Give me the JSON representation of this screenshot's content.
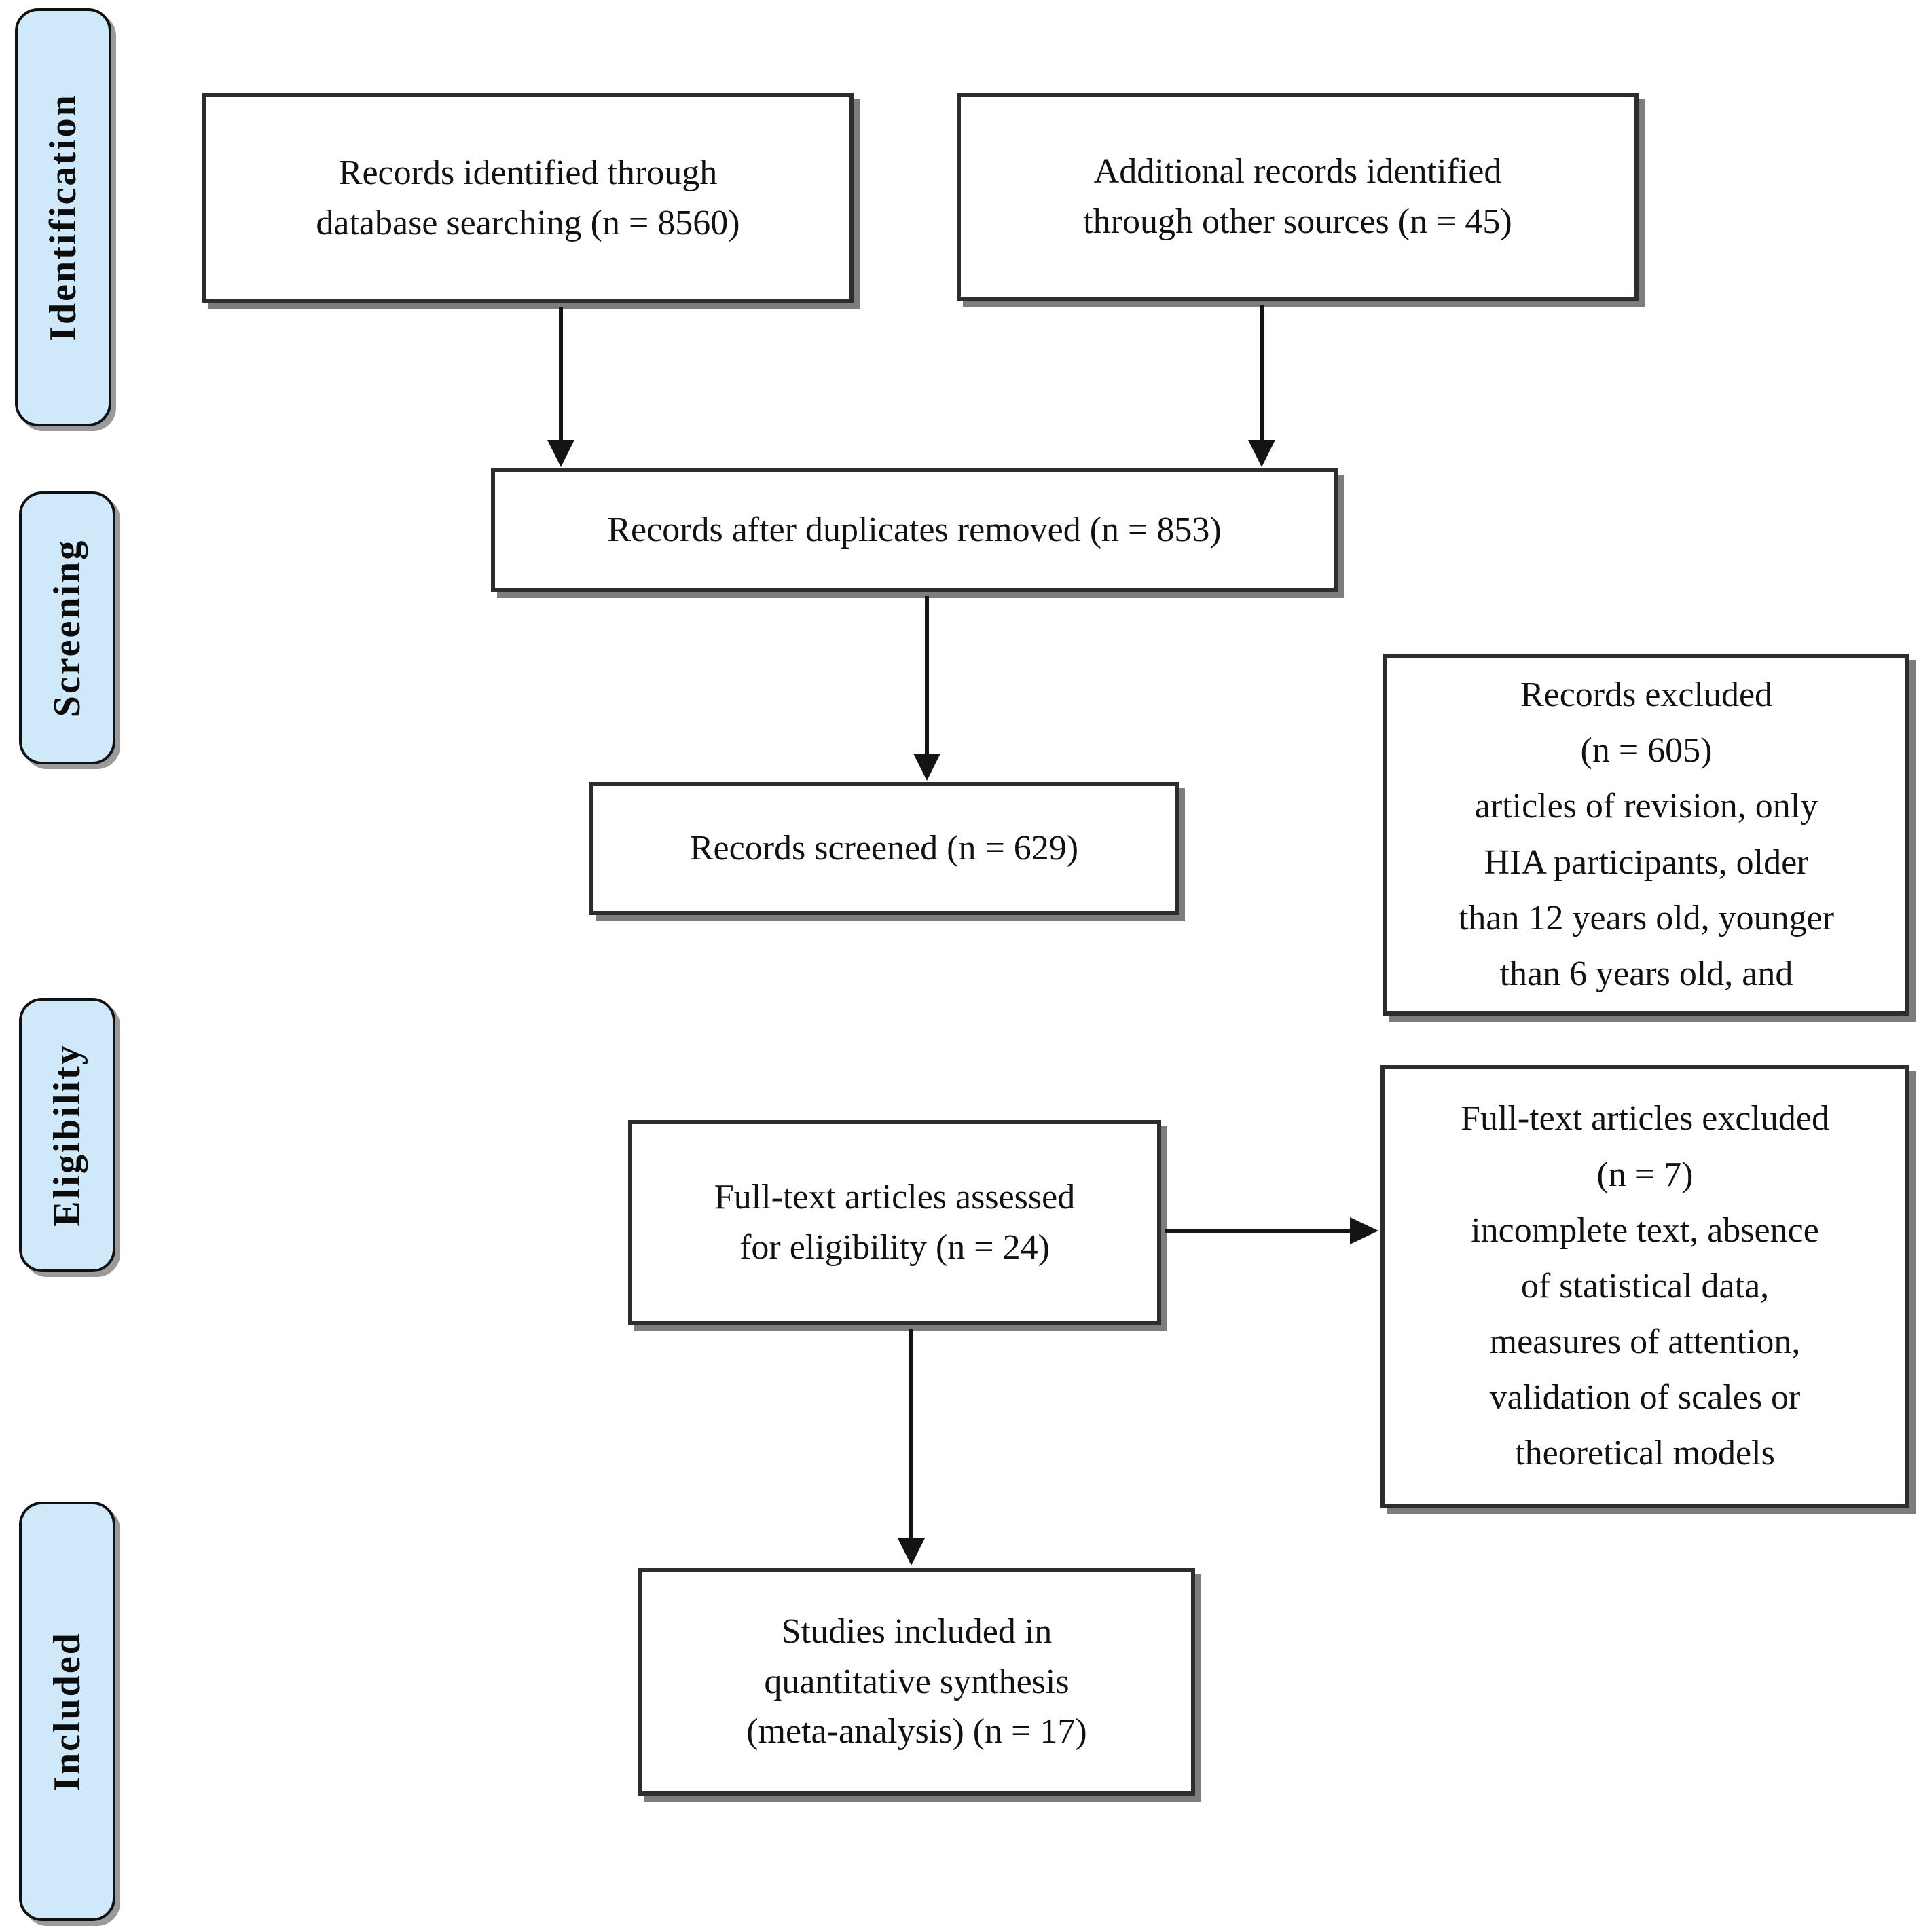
{
  "stages": [
    {
      "label": "Identification"
    },
    {
      "label": "Screening"
    },
    {
      "label": "Eligibility"
    },
    {
      "label": "Included"
    }
  ],
  "boxes": {
    "records_identified": {
      "lines": [
        "Records identified through",
        "database searching (n = 8560)"
      ]
    },
    "additional_records": {
      "lines": [
        "Additional records identified",
        "through other sources (n = 45)"
      ]
    },
    "duplicates_removed": {
      "lines": [
        "Records after duplicates removed (n = 853)"
      ]
    },
    "records_screened": {
      "lines": [
        "Records screened (n = 629)"
      ]
    },
    "records_excluded": {
      "lines": [
        "Records excluded",
        "(n = 605)",
        "articles of revision, only",
        "HIA participants, older",
        "than 12 years old, younger",
        "than 6 years old, and"
      ]
    },
    "fulltext_assessed": {
      "lines": [
        "Full-text articles assessed",
        "for eligibility (n = 24)"
      ]
    },
    "fulltext_excluded": {
      "lines": [
        "Full-text articles excluded",
        "(n = 7)",
        "incomplete text, absence",
        "of statistical data,",
        "measures of attention,",
        "validation of scales or",
        "theoretical models"
      ]
    },
    "studies_included": {
      "lines": [
        "Studies included in",
        "quantitative synthesis",
        "(meta-analysis) (n = 17)"
      ]
    }
  },
  "colors": {
    "stage_fill": "#cfe9fb",
    "box_fill": "#ffffff",
    "line": "#141414",
    "shadow": "#7d7d7d"
  }
}
